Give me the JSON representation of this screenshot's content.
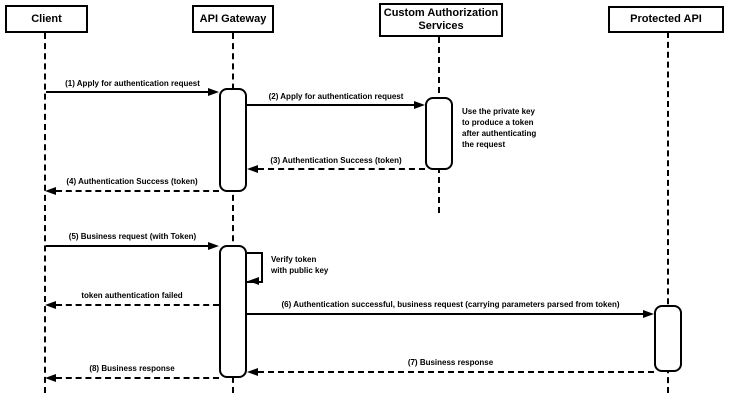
{
  "diagram": {
    "kind": "uml-sequence-diagram",
    "colors": {
      "stroke": "#000000",
      "fill": "#ffffff",
      "background": "#ffffff"
    }
  },
  "participants": [
    {
      "label": "Client"
    },
    {
      "label": "API Gateway"
    },
    {
      "label": "Custom Authorization Services"
    },
    {
      "label": "Protected API"
    }
  ],
  "messages": [
    {
      "label": "(1) Apply for authentication request",
      "from": "Client",
      "to": "API Gateway",
      "line": "solid",
      "direction": "right"
    },
    {
      "label": "(2) Apply for authentication request",
      "from": "API Gateway",
      "to": "Custom Authorization Services",
      "line": "solid",
      "direction": "right"
    },
    {
      "label": "(3) Authentication Success (token)",
      "from": "Custom Authorization Services",
      "to": "API Gateway",
      "line": "dashed",
      "direction": "left"
    },
    {
      "label": "(4) Authentication Success (token)",
      "from": "API Gateway",
      "to": "Client",
      "line": "dashed",
      "direction": "left"
    },
    {
      "label": "(5) Business request (with Token)",
      "from": "Client",
      "to": "API Gateway",
      "line": "solid",
      "direction": "right"
    },
    {
      "label": "token authentication failed",
      "from": "API Gateway",
      "to": "Client",
      "line": "dashed",
      "direction": "left"
    },
    {
      "label": "(6) Authentication successful, business request (carrying parameters parsed from token)",
      "from": "API Gateway",
      "to": "Protected API",
      "line": "solid",
      "direction": "right"
    },
    {
      "label": "(7) Business response",
      "from": "Protected API",
      "to": "API Gateway",
      "line": "dashed",
      "direction": "left"
    },
    {
      "label": "(8) Business response",
      "from": "API Gateway",
      "to": "Client",
      "line": "dashed",
      "direction": "left"
    }
  ],
  "self_message": {
    "label": "Verify token\nwith public key",
    "on": "API Gateway"
  },
  "note": {
    "label": "Use the private key to produce a token after authenticating the request",
    "near": "Custom Authorization Services"
  }
}
